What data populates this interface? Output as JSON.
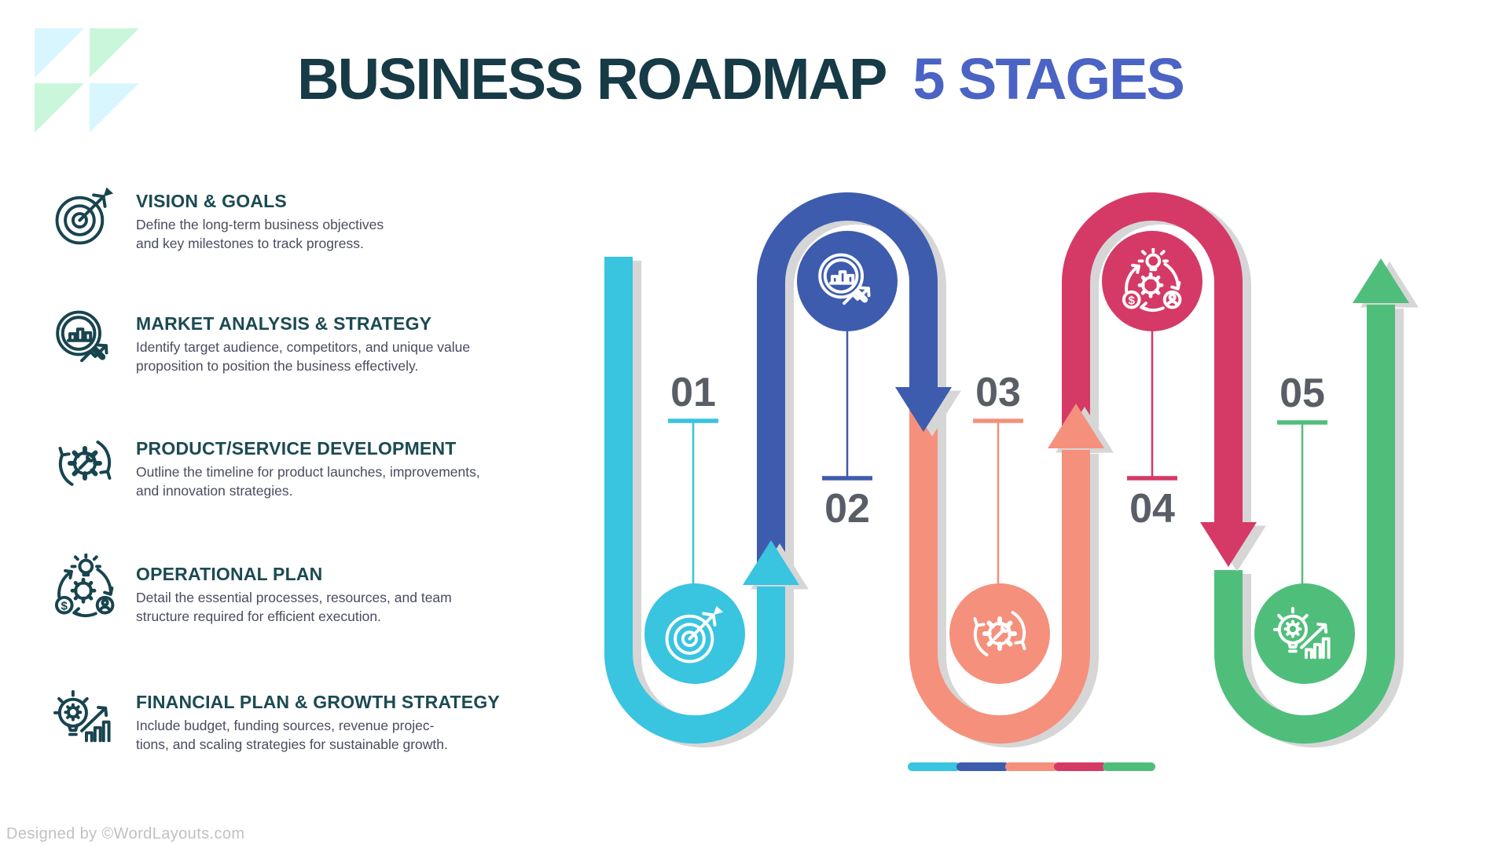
{
  "header": {
    "title": "BUSINESS ROADMAP",
    "title_accent": "5 STAGES",
    "title_color": "#163A46",
    "accent_color": "#4A63C4",
    "logo_colors": {
      "cyan": "#D8F6FE",
      "green": "#CAF7DC"
    }
  },
  "sidebar": {
    "items": [
      {
        "icon": "target-icon",
        "title": "VISION & GOALS",
        "desc1": "Define the long-term business objectives",
        "desc2": "and key milestones to track progress."
      },
      {
        "icon": "market-analysis-icon",
        "title": "MARKET ANALYSIS & STRATEGY",
        "desc1": "Identify target audience, competitors, and unique value",
        "desc2": "proposition to position the business effectively."
      },
      {
        "icon": "product-development-icon",
        "title": "PRODUCT/SERVICE DEVELOPMENT",
        "desc1": "Outline the timeline for product launches, improvements,",
        "desc2": "and innovation strategies."
      },
      {
        "icon": "operational-plan-icon",
        "title": "OPERATIONAL PLAN",
        "desc1": "Detail the essential processes, resources, and team",
        "desc2": "structure required for efficient execution."
      },
      {
        "icon": "financial-growth-icon",
        "title": "FINANCIAL PLAN & GROWTH STRATEGY",
        "desc1": "Include budget, funding sources, revenue projec-",
        "desc2": "tions, and scaling strategies for sustainable growth."
      }
    ]
  },
  "roadmap": {
    "stages": [
      {
        "number": "01",
        "color": "#39C4E0",
        "icon": "target-icon"
      },
      {
        "number": "02",
        "color": "#3E5CAE",
        "icon": "market-analysis-icon"
      },
      {
        "number": "03",
        "color": "#F5907D",
        "icon": "product-development-icon"
      },
      {
        "number": "04",
        "color": "#D53A67",
        "icon": "operational-plan-icon"
      },
      {
        "number": "05",
        "color": "#50BE7B",
        "icon": "financial-growth-icon"
      }
    ],
    "shadow_color": "#D6D6D6",
    "number_color": "#595E66",
    "progress_colors": [
      "#39C4E0",
      "#3E5CAE",
      "#F5907D",
      "#D53A67",
      "#50BE7B"
    ]
  },
  "footer": {
    "credit": "Designed by ©WordLayouts.com"
  }
}
